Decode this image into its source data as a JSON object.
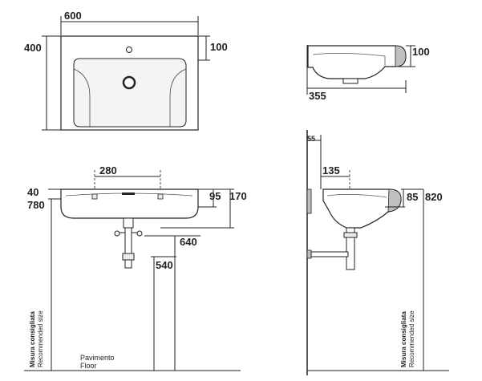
{
  "top_view": {
    "width": "600",
    "depth": "400",
    "tap_offset": "100"
  },
  "side_view_top": {
    "height": "100",
    "depth": "355"
  },
  "front_view": {
    "tap_spacing": "280",
    "rim_offset": "40",
    "rim_height": "780",
    "basin_height": "95",
    "overflow_height": "170",
    "waste_height": "640",
    "trap_height": "540"
  },
  "side_view_wall": {
    "wall_offset": "55",
    "projection": "135",
    "basin_depth": "85",
    "rim_height": "820"
  },
  "labels": {
    "recommended_it": "Misura consigliata",
    "recommended_en": "Recommended size",
    "floor_it": "Pavimento",
    "floor_en": "Floor"
  },
  "colors": {
    "line": "#222222",
    "fill_light": "#ececec",
    "fill_mid": "#bfbfbf"
  }
}
